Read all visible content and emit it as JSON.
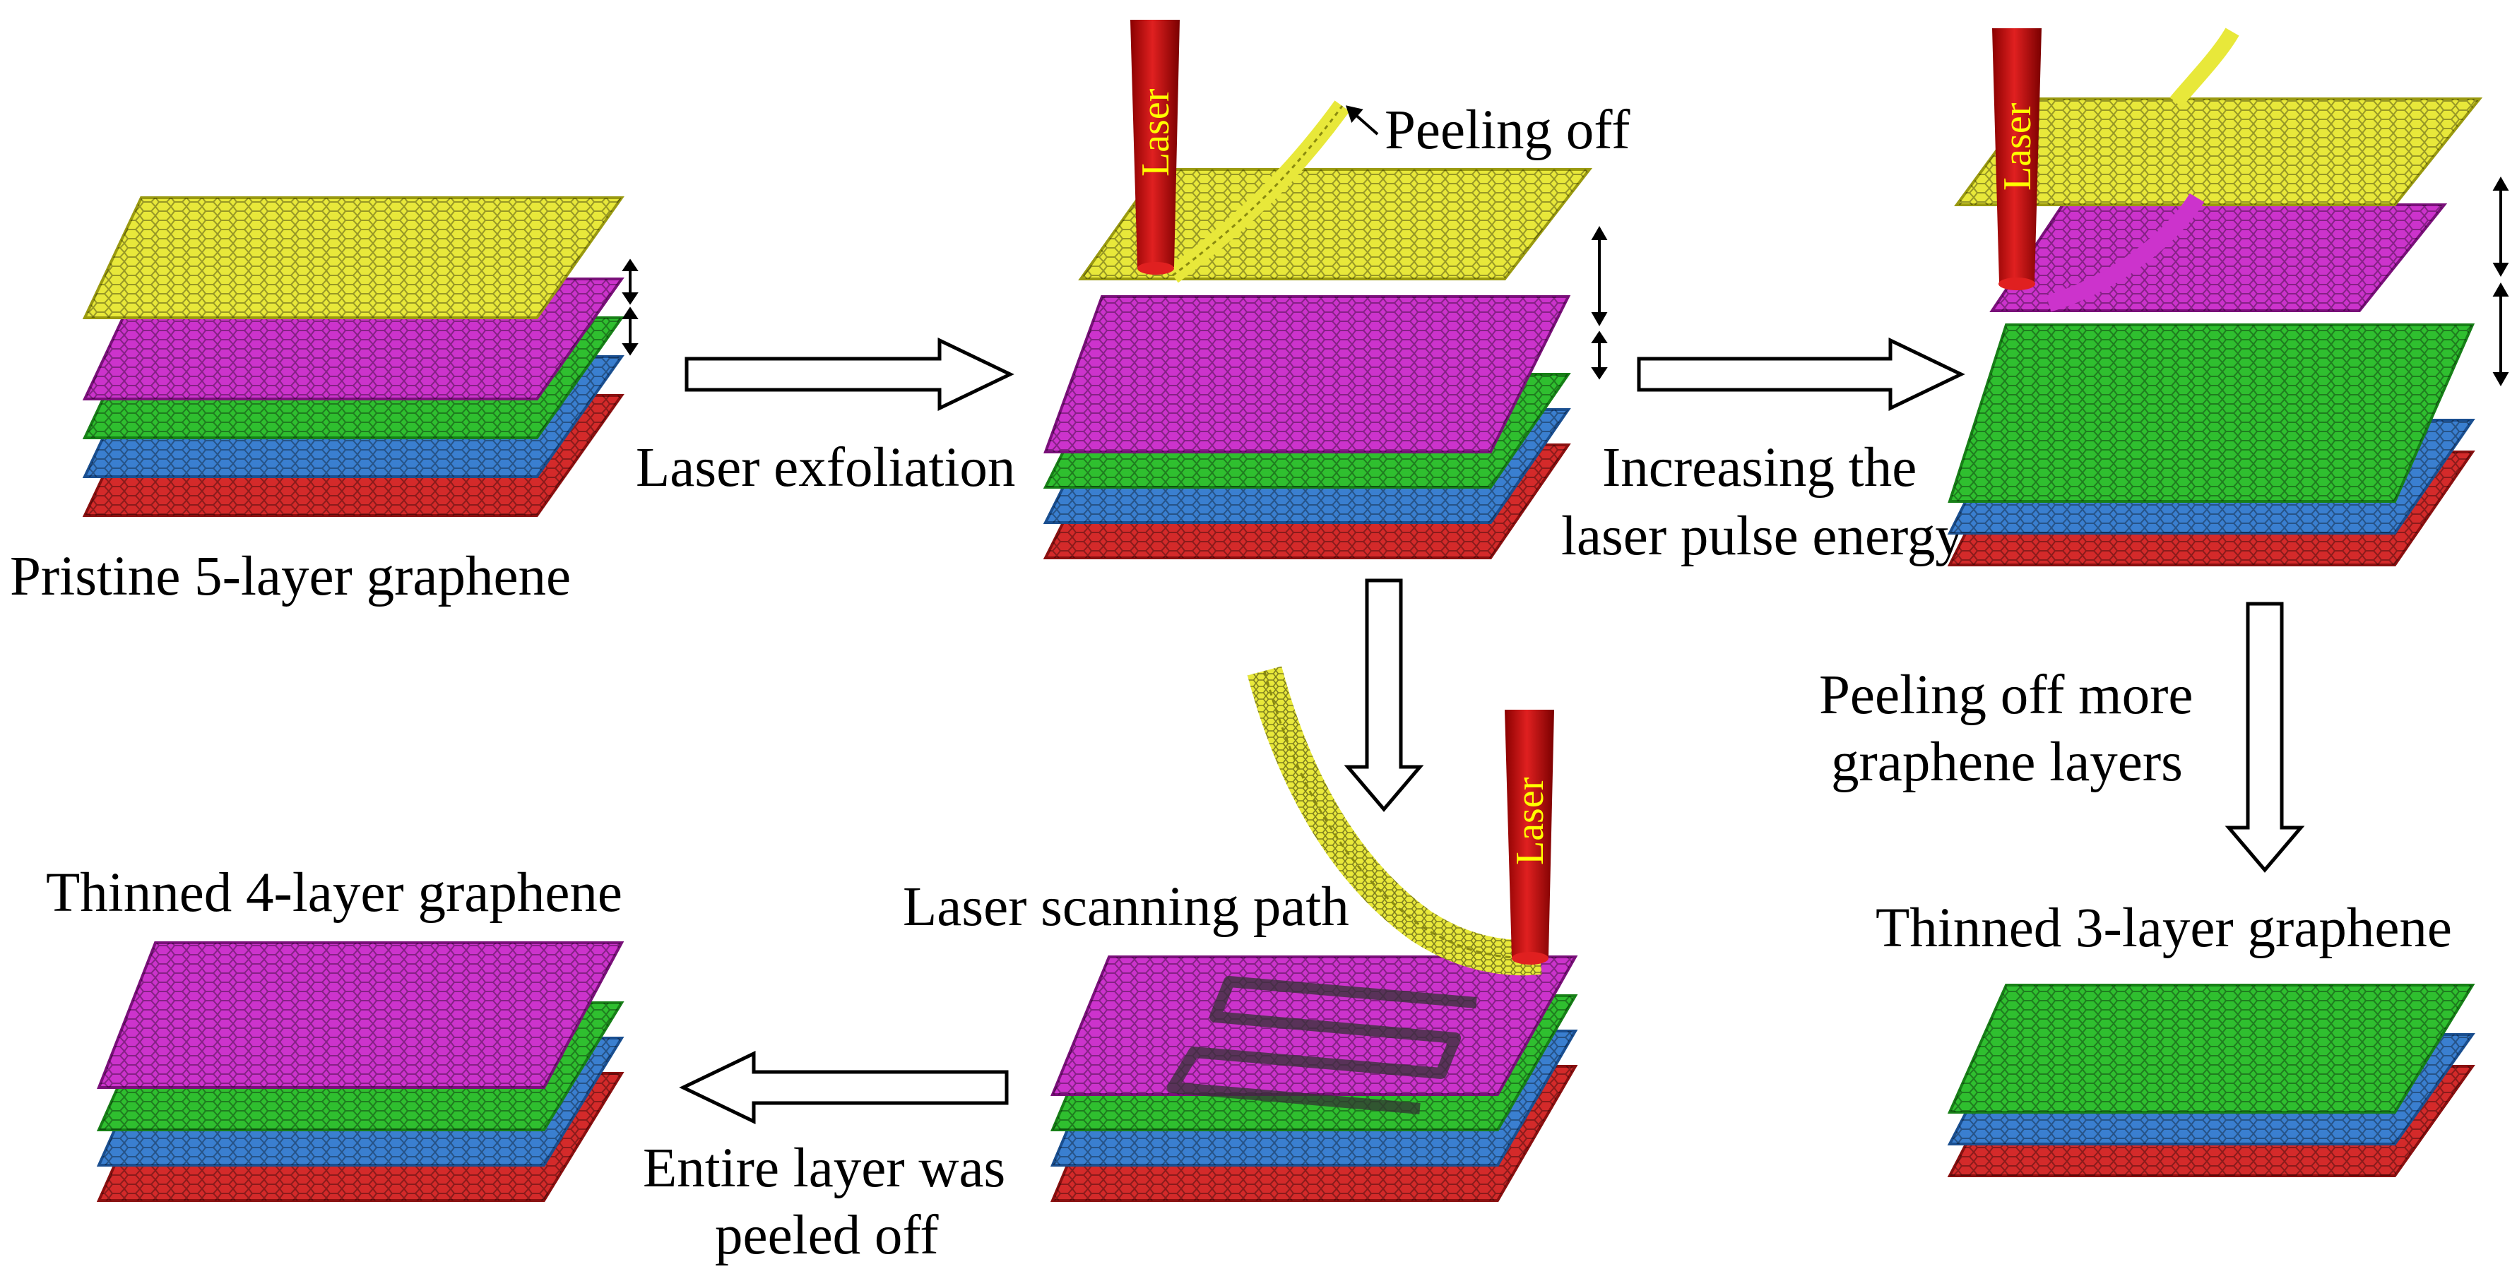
{
  "labels": {
    "pristine": "Pristine 5-layer graphene",
    "exfoliation": "Laser exfoliation",
    "peeling_off": "Peeling off",
    "increasing_line1": "Increasing the",
    "increasing_line2": "laser pulse energy",
    "peeling_more_line1": "Peeling off more",
    "peeling_more_line2": "graphene layers",
    "thinned3": "Thinned 3-layer graphene",
    "thinned4": "Thinned 4-layer graphene",
    "scanning": "Laser scanning path",
    "entire_line1": "Entire layer was",
    "entire_line2": "peeled off",
    "laser": "Laser"
  },
  "colors": {
    "yellow": "#e8e83a",
    "magenta": "#cc33cc",
    "green": "#2fbf2f",
    "blue": "#3a7fd0",
    "red": "#d42a2a",
    "laser": "#cc1111",
    "laser_text": "#ffff00",
    "arrow": "#000000"
  }
}
